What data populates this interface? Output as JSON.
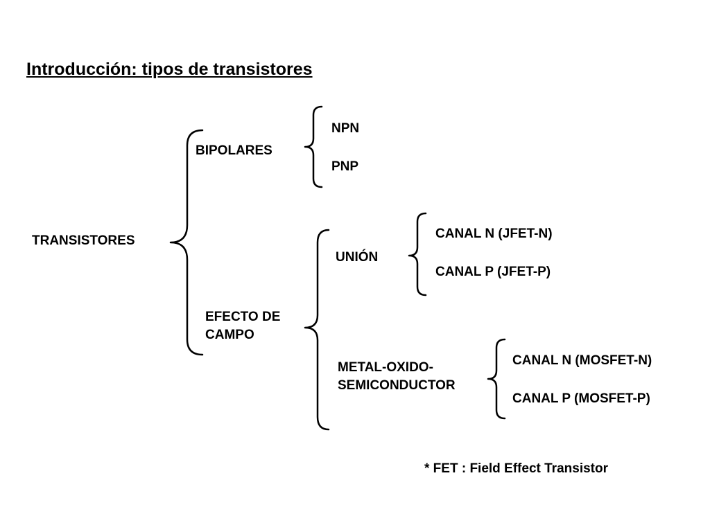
{
  "title": "Introducción: tipos de transistores",
  "root": "TRANSISTORES",
  "bipolares": {
    "label": "BIPOLARES",
    "children": [
      "NPN",
      "PNP"
    ]
  },
  "efecto_campo": {
    "label_line1": "EFECTO DE",
    "label_line2": "CAMPO",
    "union": {
      "label": "UNIÓN",
      "children": [
        "CANAL N  (JFET-N)",
        "CANAL P (JFET-P)"
      ]
    },
    "mos": {
      "label_line1": "METAL-OXIDO-",
      "label_line2": "SEMICONDUCTOR",
      "children": [
        "CANAL N  (MOSFET-N)",
        "CANAL P (MOSFET-P)"
      ]
    }
  },
  "footnote": "* FET : Field Effect Transistor"
}
